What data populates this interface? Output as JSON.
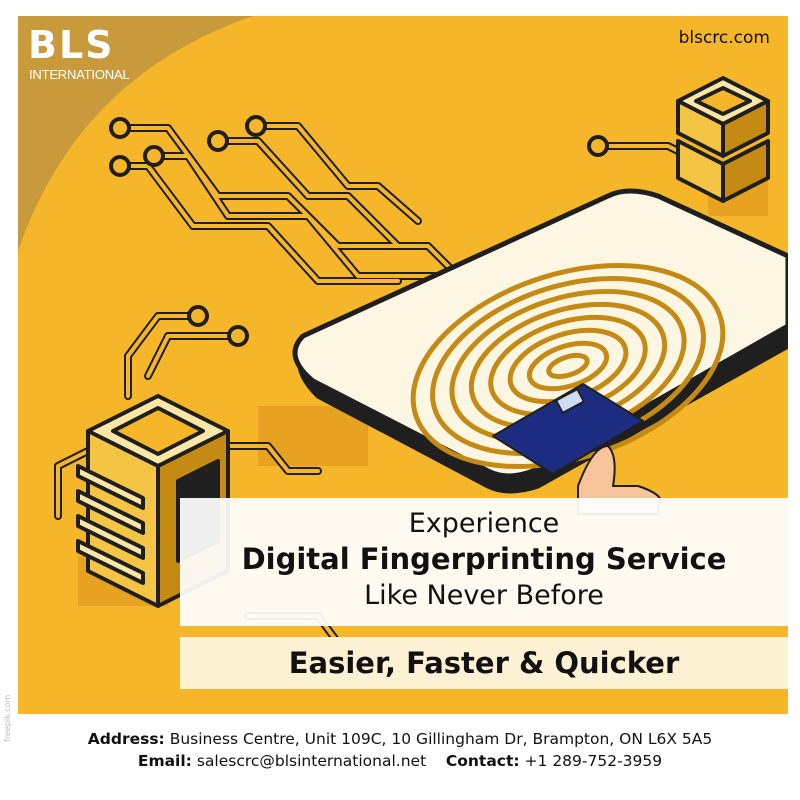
{
  "brand": {
    "logo_main": "BLS",
    "logo_sub": "INTERNATIONAL",
    "website": "blscrc.com"
  },
  "headline": {
    "line1": "Experience",
    "line2": "Digital Fingerprinting Service",
    "line3": "Like Never Before"
  },
  "tagline": "Easier, Faster & Quicker",
  "footer": {
    "address_label": "Address:",
    "address": "Business Centre, Unit 109C, 10 Gillingham Dr, Brampton, ON L6X 5A5",
    "email_label": "Email:",
    "email": "salescrc@blsinternational.net",
    "contact_label": "Contact:",
    "contact": "+1 289-752-3959"
  },
  "credit": "freepik.com",
  "colors": {
    "background": "#f6b62a",
    "corner": "#c89a3c",
    "headline_box": "#ffffff",
    "tagline_box": "#fdf1d3"
  },
  "icons": [
    "circuit-illustration",
    "fingerprint-icon",
    "server-icon",
    "passport-icon",
    "hand-icon"
  ]
}
